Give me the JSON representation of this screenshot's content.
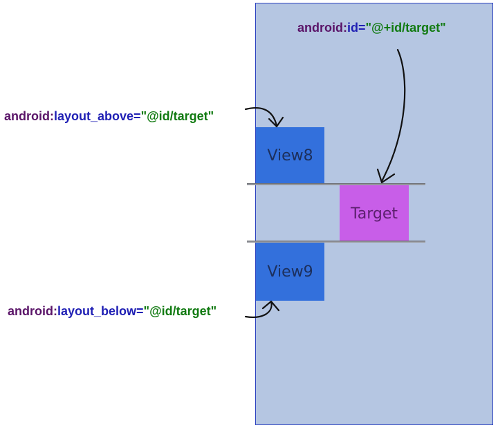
{
  "views": {
    "view8": "View8",
    "view9": "View9",
    "target": "Target"
  },
  "labels": {
    "id": {
      "ns": "android:",
      "attr": "id=",
      "value": "\"@+id/target\""
    },
    "above": {
      "ns": "android:",
      "attr": "layout_above=",
      "value": "\"@id/target\""
    },
    "below": {
      "ns": "android:",
      "attr": "layout_below=",
      "value": "\"@id/target\""
    }
  },
  "colors": {
    "container": "#b5c6e2",
    "container_border": "#2a3fbf",
    "view": "#3370dc",
    "target": "#c85ee8",
    "namespace": "#5a1468",
    "attribute": "#1f1fb4",
    "value": "#117a11"
  },
  "icons": [
    "curved-arrow-icon"
  ]
}
